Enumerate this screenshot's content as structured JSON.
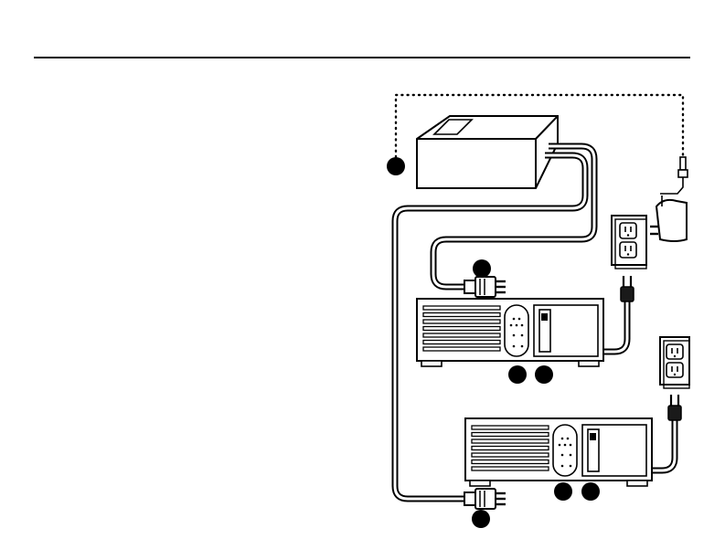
{
  "colors": {
    "ink": "#000000",
    "fill_dark": "#1a1a1a",
    "paper": "#ffffff",
    "shade": "#d6d6d6"
  },
  "callouts": [
    {
      "id": "device-top",
      "label": ""
    },
    {
      "id": "plug-upper",
      "label": ""
    },
    {
      "id": "unit-upper-a",
      "label": ""
    },
    {
      "id": "unit-upper-b",
      "label": ""
    },
    {
      "id": "unit-lower-a",
      "label": ""
    },
    {
      "id": "unit-lower-b",
      "label": ""
    },
    {
      "id": "plug-lower",
      "label": ""
    }
  ],
  "icons": {
    "outlet": "wall-outlet-icon",
    "adapter": "power-adapter-icon",
    "plug": "three-prong-plug-icon"
  }
}
